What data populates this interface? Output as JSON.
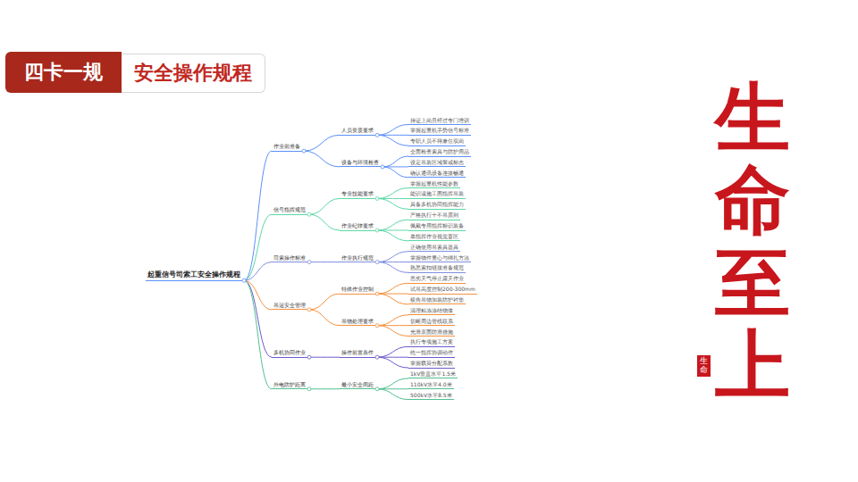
{
  "diagram": {
    "nodes": [
      {
        "text": [
          "四卡一规"
        ]
      },
      {
        "text": [
          "安全操作规程"
        ]
      },
      {
        "text": [
          "起重信号司索工安全操作规程"
        ]
      },
      {
        "text": [
          "作业前准备"
        ]
      },
      {
        "text": [
          "人员资质要求"
        ]
      },
      {
        "text": [
          "持证上岗且经过专门培训"
        ]
      },
      {
        "text": [
          "掌握起重机手势信号标准"
        ]
      },
      {
        "text": [
          "专职人员不得兼任双岗"
        ]
      },
      {
        "text": [
          "设备与环境检查"
        ]
      },
      {
        "text": [
          "全面检查索具与防护用品"
        ]
      },
      {
        "text": [
          "设定吊装区域警戒标志"
        ]
      },
      {
        "text": [
          "确认通讯设备连接畅通"
        ]
      },
      {
        "text": [
          "信号指挥规范"
        ]
      },
      {
        "text": [
          "专业技能要求"
        ]
      },
      {
        "text": [
          "掌握起重机性能参数"
        ]
      },
      {
        "text": [
          "能识读施工图指挥吊装"
        ]
      },
      {
        "text": [
          "具备多机协同指挥能力"
        ]
      },
      {
        "text": [
          "作业纪律要求"
        ]
      },
      {
        "text": [
          "严格执行十不吊原则"
        ]
      },
      {
        "text": [
          "佩戴专用指挥标识装备"
        ]
      },
      {
        "text": [
          "单指挥作业视觉盲区"
        ]
      },
      {
        "text": [
          "司索操作标准"
        ]
      },
      {
        "text": [
          "作业执行规范"
        ]
      },
      {
        "text": [
          "正确使用吊索具器具"
        ]
      },
      {
        "text": [
          "掌握物件重心与绑扎方法"
        ]
      },
      {
        "text": [
          "熟悉索扣链接准备规范"
        ]
      },
      {
        "text": [
          "吊运安全管理"
        ]
      },
      {
        "text": [
          "特殊作业控制"
        ]
      },
      {
        "text": [
          "恶劣天气停止露天作业"
        ]
      },
      {
        "text": [
          "试吊高度控制200-300mm"
        ]
      },
      {
        "text": [
          "棱角吊物加装防护衬垫"
        ]
      },
      {
        "text": [
          "吊物处理要求"
        ]
      },
      {
        "text": [
          "清理粘冻冻结物体"
        ]
      },
      {
        "text": [
          "切断周边管线联系"
        ]
      },
      {
        "text": [
          "光滑表面防滑措施"
        ]
      },
      {
        "text": [
          "多机协同作业"
        ]
      },
      {
        "text": [
          "操作前置条件"
        ]
      },
      {
        "text": [
          "执行专项施工方案"
        ]
      },
      {
        "text": [
          "统一指挥协调动作"
        ]
      },
      {
        "text": [
          "掌握载荷分配系数"
        ]
      },
      {
        "text": [
          "外电防护距离"
        ]
      },
      {
        "text": [
          "最小安全间距"
        ]
      },
      {
        "text": [
          "1kV垂直水平1.5米"
        ]
      },
      {
        "text": [
          "110kV水平4.0米"
        ]
      },
      {
        "text": [
          "500kV水平8.5米"
        ]
      },
      {
        "text": [
          "生命"
        ]
      }
    ],
    "edges": [
      {
        "from": 2,
        "to": 3,
        "arrow": "none"
      },
      {
        "from": 3,
        "to": 4,
        "arrow": "none"
      },
      {
        "from": 4,
        "to": 5,
        "arrow": "none"
      },
      {
        "from": 4,
        "to": 6,
        "arrow": "none"
      },
      {
        "from": 4,
        "to": 7,
        "arrow": "none"
      },
      {
        "from": 3,
        "to": 8,
        "arrow": "none"
      },
      {
        "from": 8,
        "to": 9,
        "arrow": "none"
      },
      {
        "from": 8,
        "to": 10,
        "arrow": "none"
      },
      {
        "from": 8,
        "to": 11,
        "arrow": "none"
      },
      {
        "from": 2,
        "to": 12,
        "arrow": "none"
      },
      {
        "from": 12,
        "to": 13,
        "arrow": "none"
      },
      {
        "from": 13,
        "to": 14,
        "arrow": "none"
      },
      {
        "from": 13,
        "to": 15,
        "arrow": "none"
      },
      {
        "from": 13,
        "to": 16,
        "arrow": "none"
      },
      {
        "from": 12,
        "to": 17,
        "arrow": "none"
      },
      {
        "from": 17,
        "to": 18,
        "arrow": "none"
      },
      {
        "from": 17,
        "to": 19,
        "arrow": "none"
      },
      {
        "from": 17,
        "to": 20,
        "arrow": "none"
      },
      {
        "from": 2,
        "to": 21,
        "arrow": "none"
      },
      {
        "from": 21,
        "to": 22,
        "arrow": "none"
      },
      {
        "from": 22,
        "to": 23,
        "arrow": "none"
      },
      {
        "from": 22,
        "to": 24,
        "arrow": "none"
      },
      {
        "from": 22,
        "to": 25,
        "arrow": "none"
      },
      {
        "from": 2,
        "to": 26,
        "arrow": "none"
      },
      {
        "from": 26,
        "to": 27,
        "arrow": "none"
      },
      {
        "from": 27,
        "to": 28,
        "arrow": "none"
      },
      {
        "from": 27,
        "to": 29,
        "arrow": "none"
      },
      {
        "from": 27,
        "to": 30,
        "arrow": "none"
      },
      {
        "from": 26,
        "to": 31,
        "arrow": "none"
      },
      {
        "from": 31,
        "to": 32,
        "arrow": "none"
      },
      {
        "from": 31,
        "to": 33,
        "arrow": "none"
      },
      {
        "from": 31,
        "to": 34,
        "arrow": "none"
      },
      {
        "from": 2,
        "to": 35,
        "arrow": "none"
      },
      {
        "from": 35,
        "to": 36,
        "arrow": "none"
      },
      {
        "from": 36,
        "to": 37,
        "arrow": "none"
      },
      {
        "from": 36,
        "to": 38,
        "arrow": "none"
      },
      {
        "from": 36,
        "to": 39,
        "arrow": "none"
      },
      {
        "from": 2,
        "to": 40,
        "arrow": "none"
      },
      {
        "from": 40,
        "to": 41,
        "arrow": "none"
      },
      {
        "from": 41,
        "to": 42,
        "arrow": "none"
      },
      {
        "from": 41,
        "to": 43,
        "arrow": "none"
      },
      {
        "from": 41,
        "to": 44,
        "arrow": "none"
      }
    ],
    "labels": [
      "生命至上"
    ]
  }
}
